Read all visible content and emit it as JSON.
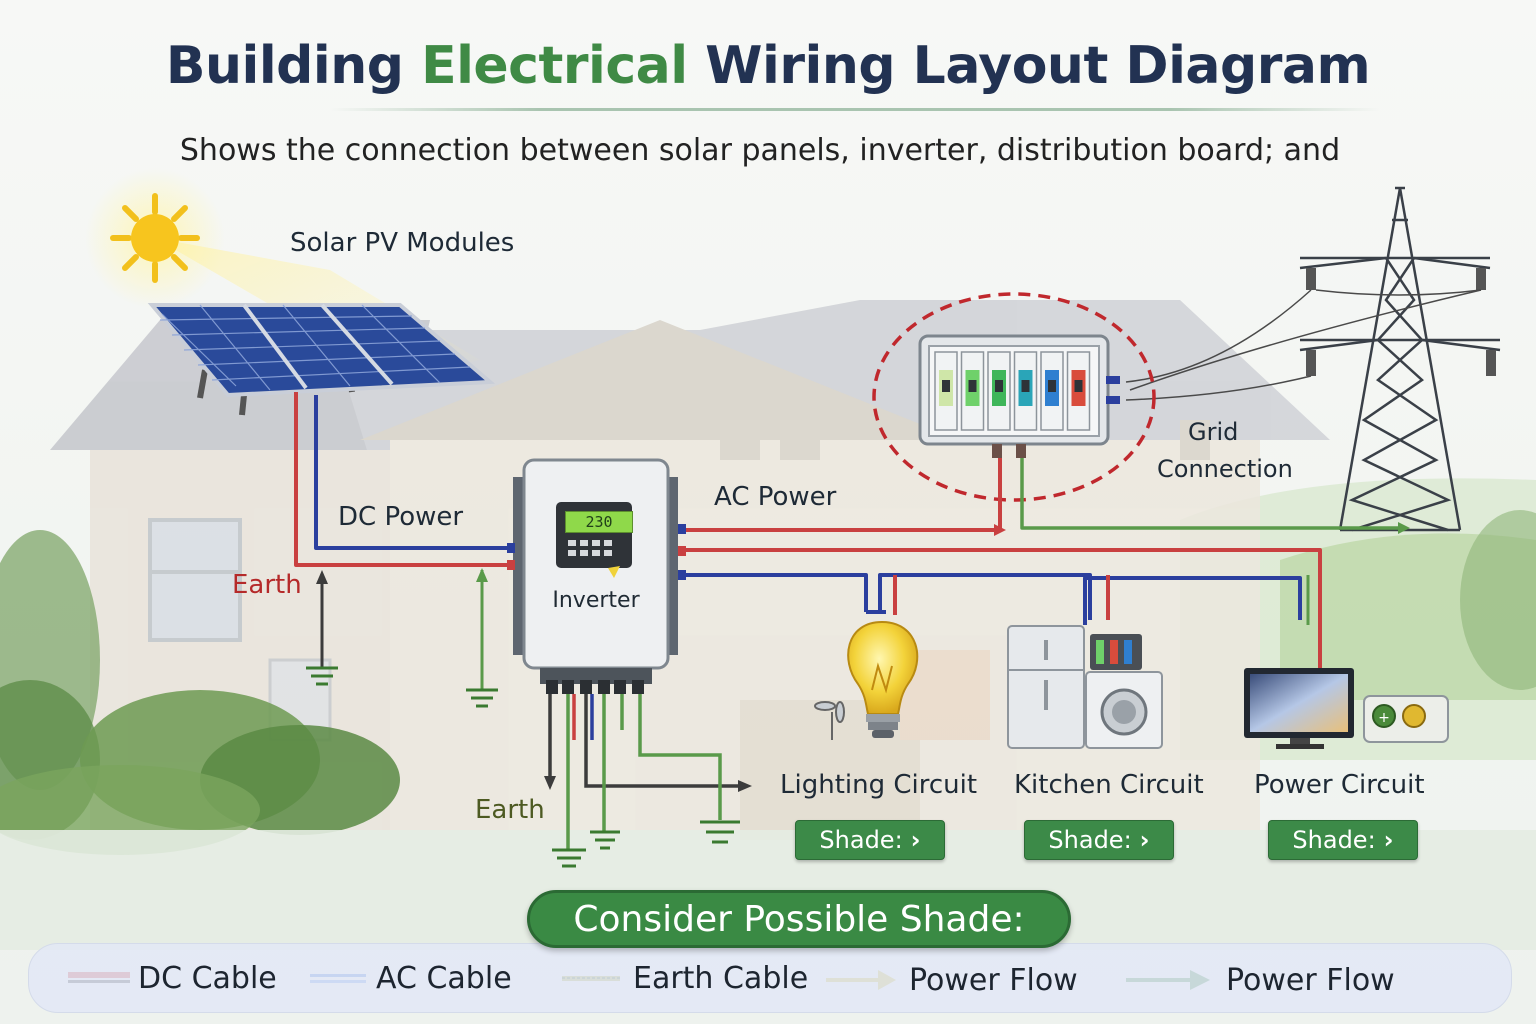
{
  "title": {
    "part1": "Building ",
    "part2": "Electrical",
    "part3": " Wiring Layout Diagram"
  },
  "subtitle": "Shows the connection between solar panels, inverter, distribution board; and",
  "labels": {
    "solar_modules": "Solar PV Modules",
    "dc_power": "DC Power",
    "ac_power": "AC Power",
    "earth_left": "Earth",
    "earth_bottom": "Earth",
    "grid_line1": "Grid",
    "grid_line2": "Connection",
    "inverter": "Inverter",
    "inverter_display": "230"
  },
  "circuits": [
    {
      "name": "Lighting Circuit",
      "button": "Shade:",
      "chevron": "›"
    },
    {
      "name": "Kitchen Circuit",
      "button": "Shade:",
      "chevron": "›"
    },
    {
      "name": "Power Circuit",
      "button": "Shade:",
      "chevron": "›"
    }
  ],
  "banner": "Consider Possible Shade:",
  "legend": [
    {
      "label": "DC Cable",
      "color": "#c62828"
    },
    {
      "label": "AC Cable",
      "color": "#2f6fd6"
    },
    {
      "label": "Earth Cable",
      "color": "#a8a83a"
    },
    {
      "label": "Power Flow",
      "color": "#c9b52a"
    },
    {
      "label": "Power Flow",
      "color": "#2e7d3a"
    }
  ],
  "colors": {
    "dc_red": "#c94040",
    "ac_blue": "#2b3f9e",
    "earth_green": "#5a9a4a",
    "highlight_red": "#c0282d",
    "button_green": "#3c8a48"
  },
  "breakers": [
    {
      "color": "#cfe6a8"
    },
    {
      "color": "#6fd16a"
    },
    {
      "color": "#3fb65a"
    },
    {
      "color": "#2aa5b8"
    },
    {
      "color": "#2f7fd0"
    },
    {
      "color": "#d94c3c"
    }
  ]
}
